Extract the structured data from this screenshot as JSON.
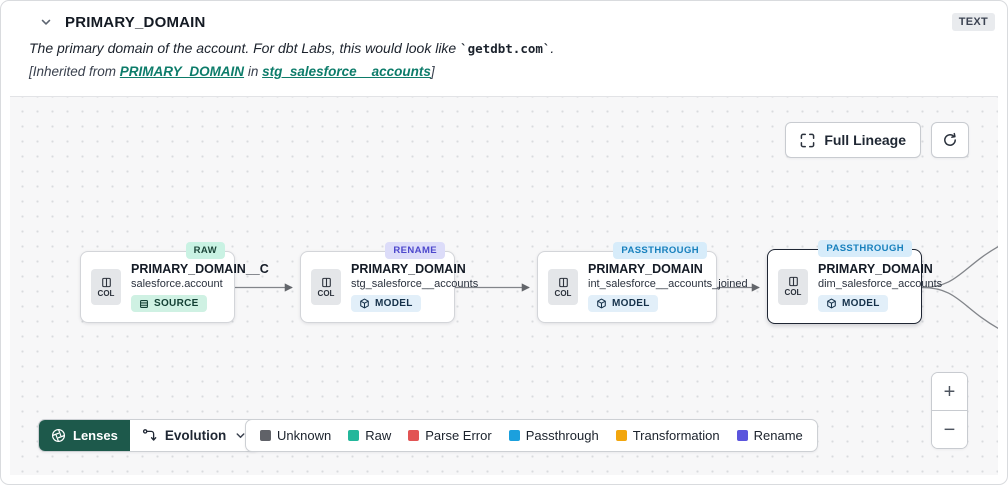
{
  "header": {
    "title": "PRIMARY_DOMAIN",
    "type_badge": "TEXT",
    "description": {
      "prefix": "The primary domain of the account. For dbt Labs, this would look like ",
      "code": "`getdbt.com`",
      "suffix": "."
    },
    "inherited": {
      "prefix": "[Inherited from ",
      "column_link": "PRIMARY_DOMAIN",
      "middle": " in ",
      "model_link": "stg_salesforce__accounts",
      "suffix": "]"
    }
  },
  "toolbar": {
    "full_lineage": "Full Lineage"
  },
  "nodes": [
    {
      "status": "RAW",
      "title": "PRIMARY_DOMAIN__C",
      "subtitle": "salesforce.account",
      "col": "COL",
      "resource": "SOURCE"
    },
    {
      "status": "RENAME",
      "title": "PRIMARY_DOMAIN",
      "subtitle": "stg_salesforce__accounts",
      "col": "COL",
      "resource": "MODEL"
    },
    {
      "status": "PASSTHROUGH",
      "title": "PRIMARY_DOMAIN",
      "subtitle": "int_salesforce__accounts_joined",
      "col": "COL",
      "resource": "MODEL"
    },
    {
      "status": "PASSTHROUGH",
      "title": "PRIMARY_DOMAIN",
      "subtitle": "dim_salesforce_accounts",
      "col": "COL",
      "resource": "MODEL"
    }
  ],
  "footer": {
    "lenses": "Lenses",
    "lens_selected": "Evolution",
    "legend": [
      {
        "label": "Unknown",
        "color": "#606268"
      },
      {
        "label": "Raw",
        "color": "#23b79b"
      },
      {
        "label": "Parse Error",
        "color": "#e25454"
      },
      {
        "label": "Passthrough",
        "color": "#1ba0dd"
      },
      {
        "label": "Transformation",
        "color": "#f2a60d"
      },
      {
        "label": "Rename",
        "color": "#5b55dd"
      }
    ]
  },
  "zoom": {
    "in": "+",
    "out": "−"
  },
  "colors": {
    "link": "#0d7c6a",
    "lenses_bg": "#1d594b",
    "edge": "#82858a",
    "status_raw_bg": "#c9f2e3",
    "status_raw_fg": "#1d463a",
    "status_rename_bg": "#dcdcf9",
    "status_rename_fg": "#4c47cc",
    "status_passthrough_bg": "#d7ecfa",
    "status_passthrough_fg": "#1780bd",
    "resource_source_bg": "#cff1e3",
    "resource_source_fg": "#123f33",
    "resource_model_bg": "#e2eff9",
    "resource_model_fg": "#16324b"
  }
}
